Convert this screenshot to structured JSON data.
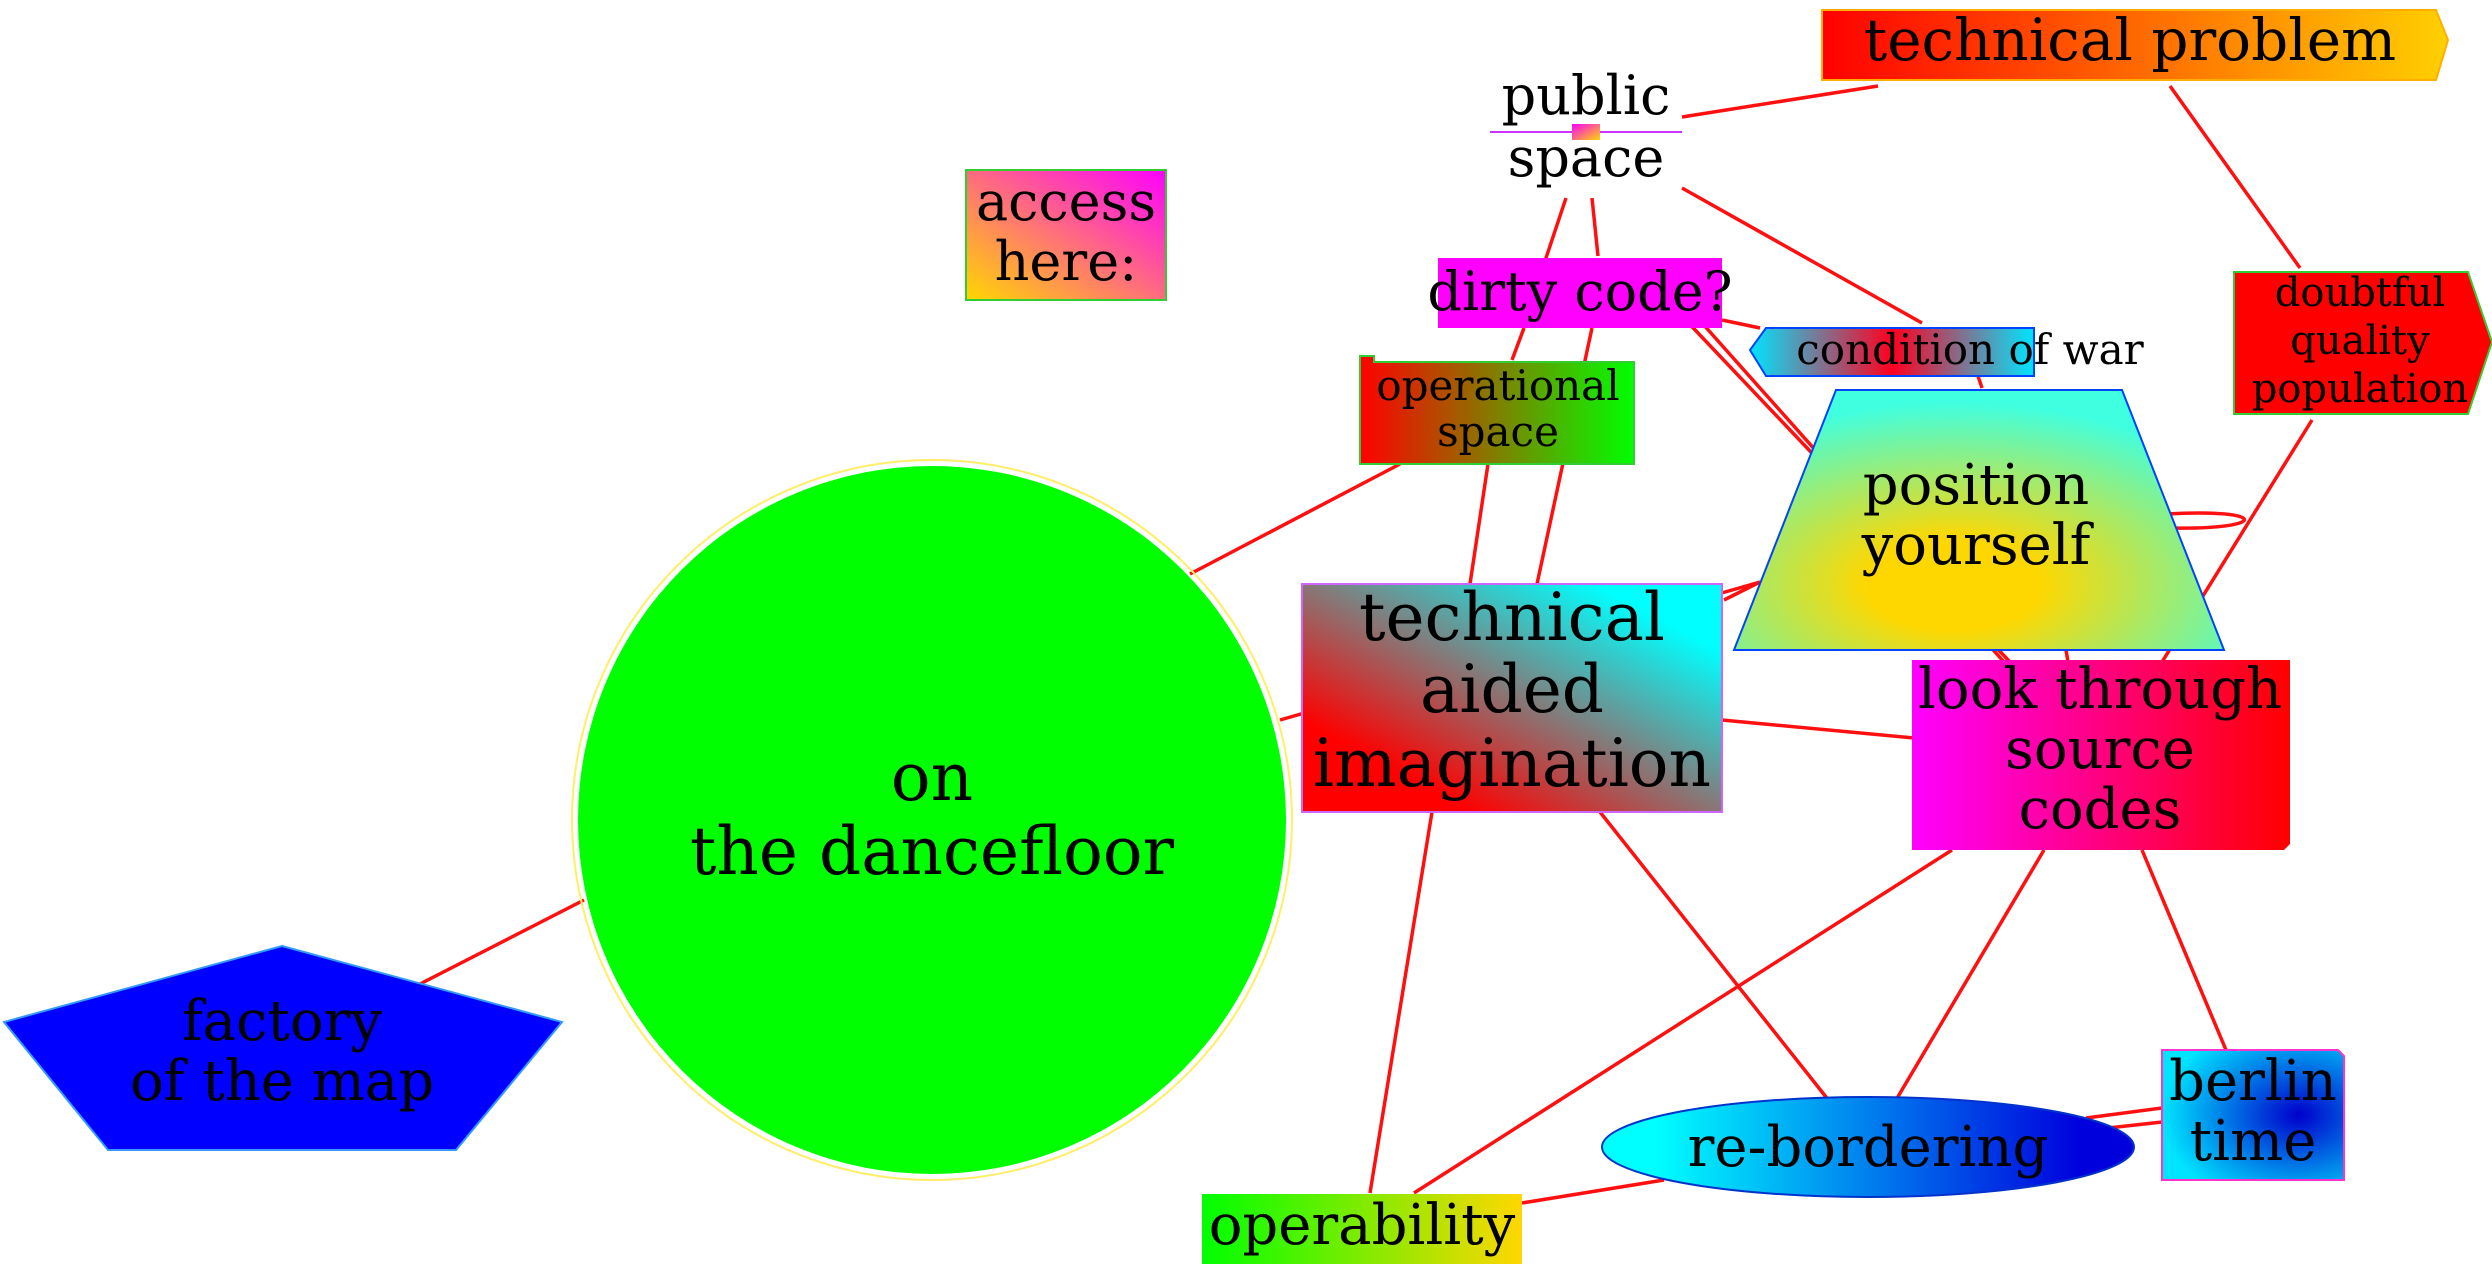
{
  "nodes": {
    "technical_problem": {
      "label": "technical problem"
    },
    "public_space": {
      "lines": [
        "public",
        "space"
      ]
    },
    "access_here": {
      "lines": [
        "access",
        "here:"
      ]
    },
    "dirty_code": {
      "label": "dirty code?"
    },
    "condition_of_war": {
      "label": "condition of war"
    },
    "doubtful_quality": {
      "lines": [
        "doubtful",
        "quality",
        "population"
      ]
    },
    "operational_space": {
      "lines": [
        "operational",
        "space"
      ]
    },
    "position_yourself": {
      "lines": [
        "position",
        "yourself"
      ]
    },
    "technical_aided": {
      "lines": [
        "technical",
        "aided",
        "imagination"
      ]
    },
    "on_dancefloor": {
      "lines": [
        "on",
        "the dancefloor"
      ]
    },
    "look_through": {
      "lines": [
        "look through",
        "source",
        "codes"
      ]
    },
    "factory_map": {
      "lines": [
        "factory",
        "of the map"
      ]
    },
    "berlin_time": {
      "lines": [
        "berlin",
        "time"
      ]
    },
    "re_bordering": {
      "label": "re-bordering"
    },
    "operability": {
      "label": "operability"
    }
  },
  "colors": {
    "edge": "#ff1010",
    "dancefloor_fill": "#00ff00",
    "factory_fill": "#0000ff",
    "dirty_code_fill": "#ff00ff"
  }
}
